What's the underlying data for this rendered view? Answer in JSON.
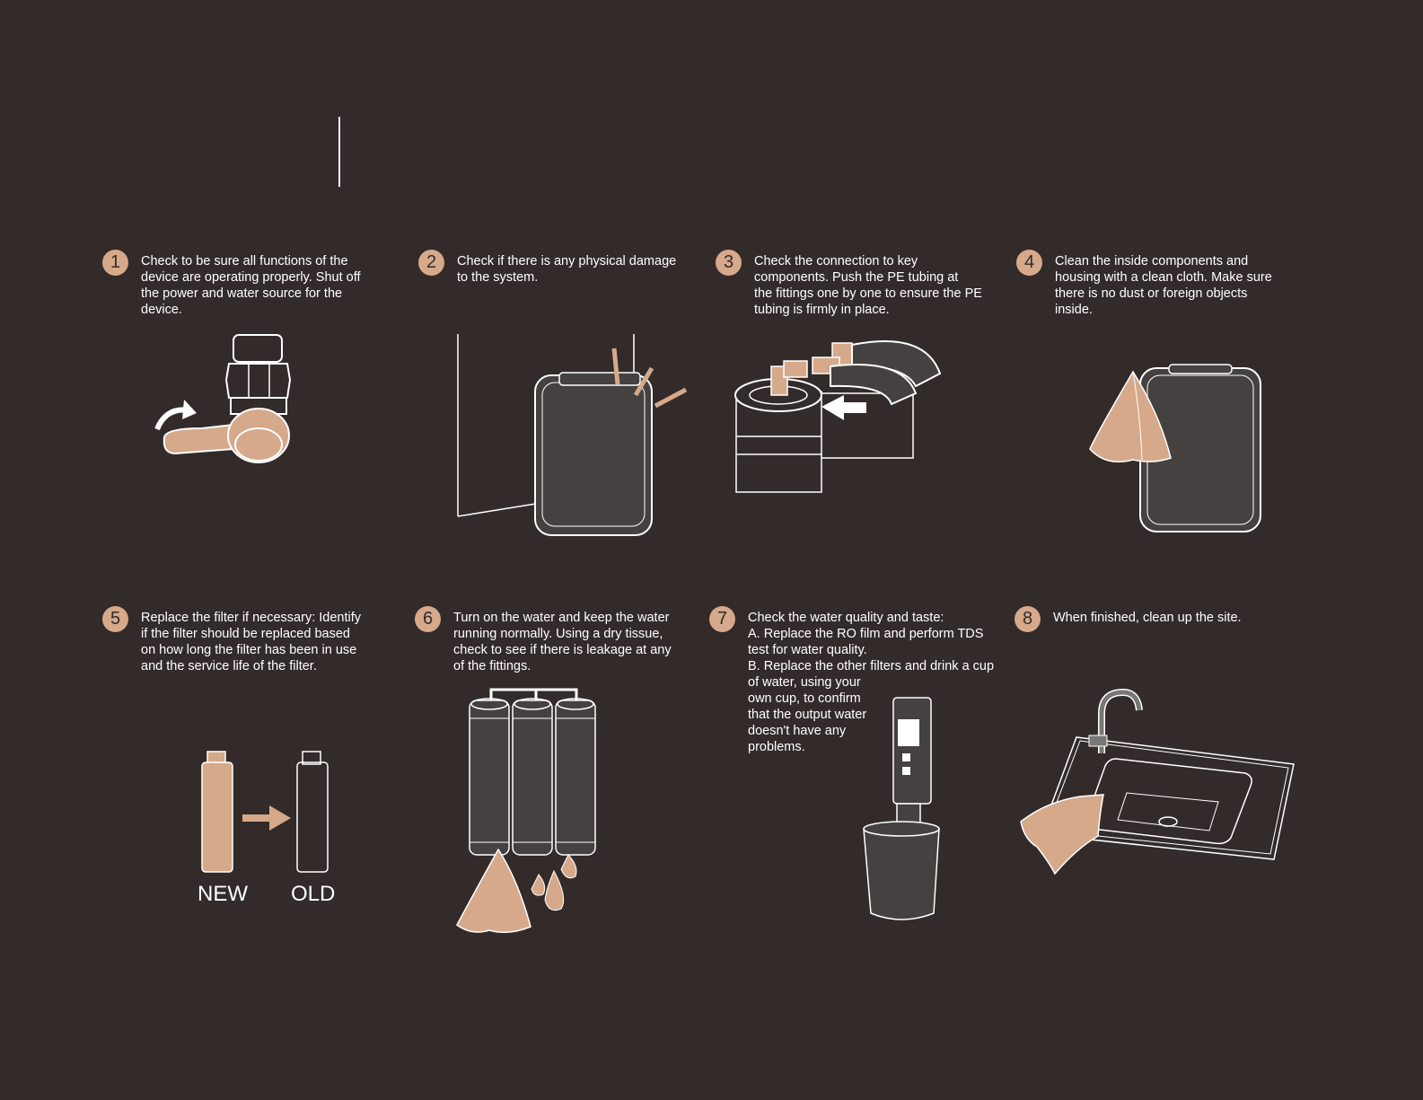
{
  "colors": {
    "background": "#322b2a",
    "accent": "#d6a98a",
    "device_fill": "#454140",
    "line": "#ffffff"
  },
  "steps": [
    {
      "number": "1",
      "text": "Check to be sure all functions of the\ndevice are operating properly. Shut off\nthe power and water source for the\ndevice.",
      "icon": "valve-handle-icon"
    },
    {
      "number": "2",
      "text": "Check if there is any physical damage\nto the system.",
      "icon": "purifier-damage-icon"
    },
    {
      "number": "3",
      "text": "Check the connection to key\ncomponents. Push the PE tubing at\nthe fittings one by one to ensure the PE\ntubing is firmly in place.",
      "icon": "tubing-connection-icon"
    },
    {
      "number": "4",
      "text": "Clean the inside components and\nhousing with a clean cloth. Make sure\nthere is no dust or foreign objects\ninside.",
      "icon": "cloth-cleaning-icon"
    },
    {
      "number": "5",
      "text": "Replace the filter if necessary: Identify\nif the filter should be replaced based\non how long the filter has been in use\nand the service life of the filter.",
      "icon": "filter-replace-icon"
    },
    {
      "number": "6",
      "text": "Turn on the water and keep the water\nrunning normally. Using a dry tissue,\ncheck to see if there is leakage at any\nof the fittings.",
      "icon": "leak-check-icon"
    },
    {
      "number": "7",
      "text": "Check the water quality and taste:\nA. Replace the RO film and perform TDS\ntest for water quality.\nB. Replace the other filters and drink a cup\nof water, using your\nown cup, to confirm\nthat the output water\ndoesn't have any\nproblems.",
      "icon": "tds-pen-icon"
    },
    {
      "number": "8",
      "text": "When finished, clean up the site.",
      "icon": "sink-cleaning-icon"
    }
  ],
  "filter_labels": {
    "new": "NEW",
    "old": "OLD"
  }
}
